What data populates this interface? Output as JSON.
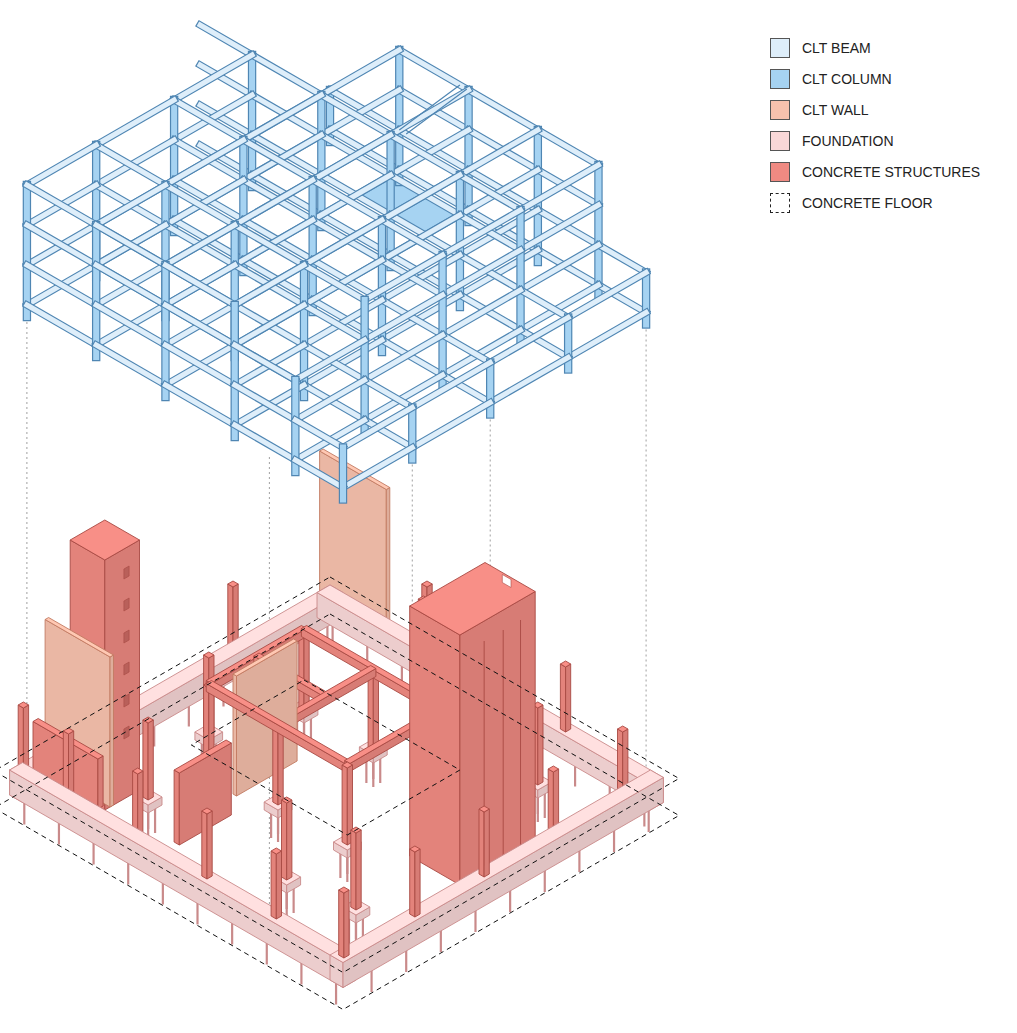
{
  "diagram": {
    "legend": [
      {
        "text": "CLT BEAM",
        "color": "#deeefa"
      },
      {
        "text": "CLT COLUMN",
        "color": "#a6d3f2"
      },
      {
        "text": "CLT WALL",
        "color": "#f7c1ad"
      },
      {
        "text": "FOUNDATION",
        "color": "#f9d8d8"
      },
      {
        "text": "CONCRETE STRUCTURES",
        "color": "#ef8a82"
      },
      {
        "text": "CONCRETE FLOOR"
      }
    ]
  }
}
